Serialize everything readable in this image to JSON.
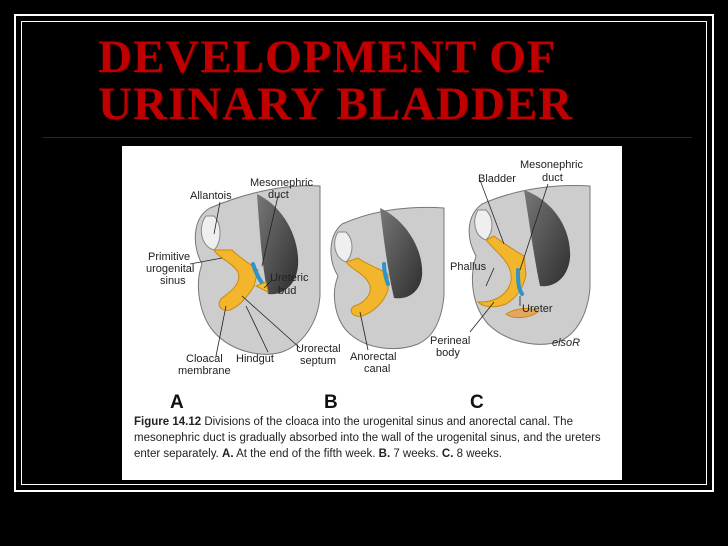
{
  "slide": {
    "title_line1": "DEVELOPMENT OF",
    "title_line2": "URINARY BLADDER"
  },
  "figure": {
    "labels": {
      "allantois": "Allantois",
      "mesonephric_a_1": "Mesonephric",
      "mesonephric_a_2": "duct",
      "primitive_1": "Primitive",
      "primitive_2": "urogenital",
      "primitive_3": "sinus",
      "ureteric_1": "Ureteric",
      "ureteric_2": "bud",
      "cloacal_1": "Cloacal",
      "cloacal_2": "membrane",
      "hindgut": "Hindgut",
      "urorectal_1": "Urorectal",
      "urorectal_2": "septum",
      "anorectal_1": "Anorectal",
      "anorectal_2": "canal",
      "bladder": "Bladder",
      "mesonephric_c_1": "Mesonephric",
      "mesonephric_c_2": "duct",
      "phallus": "Phallus",
      "ureter": "Ureter",
      "perineal_1": "Perineal",
      "perineal_2": "body",
      "signature": "elsoR"
    },
    "panels": {
      "a": "A",
      "b": "B",
      "c": "C"
    },
    "colors": {
      "tissue": "#c9c9c9",
      "gut": "#f2b52b",
      "duct": "#2f94c9",
      "dark_region": "#4a4a4a"
    },
    "caption": {
      "figure_label": "Figure 14.12",
      "text1": " Divisions of the cloaca into the urogenital sinus and anorectal canal. The mesonephric duct is gradually absorbed into the wall of the urogenital sinus, and the ureters enter separately. ",
      "a_label": "A.",
      "a_text": " At the end of the fifth week. ",
      "b_label": "B.",
      "b_text": " 7 weeks. ",
      "c_label": "C.",
      "c_text": " 8 weeks."
    }
  }
}
